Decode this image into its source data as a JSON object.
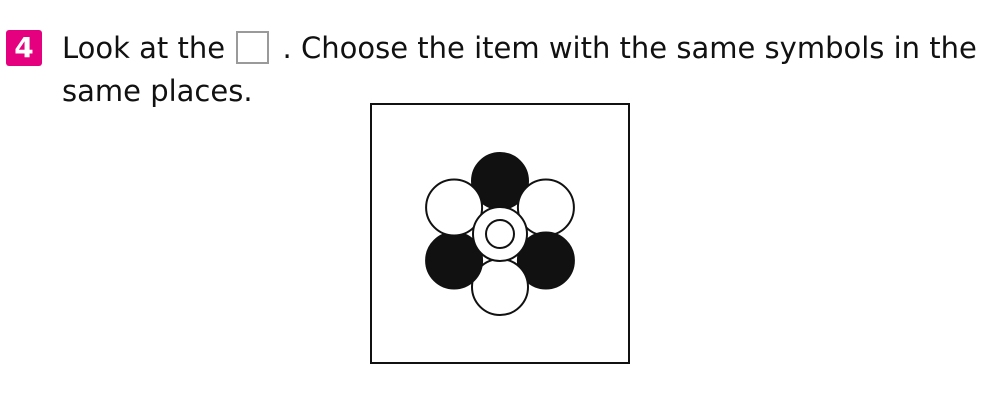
{
  "question": {
    "number": "4",
    "badge_color": "#e5007f",
    "text_before_box": "Look at the",
    "text_after_box": ". Choose the item with the same symbols in the",
    "text_line2": "same places."
  },
  "figure": {
    "inline_box_icon": "empty-square-box",
    "center_symbol": "double-ring",
    "outer_circles": [
      {
        "position": "top",
        "fill": "black"
      },
      {
        "position": "upper-right",
        "fill": "white"
      },
      {
        "position": "lower-right",
        "fill": "black"
      },
      {
        "position": "bottom",
        "fill": "white"
      },
      {
        "position": "lower-left",
        "fill": "black"
      },
      {
        "position": "upper-left",
        "fill": "white"
      }
    ]
  }
}
